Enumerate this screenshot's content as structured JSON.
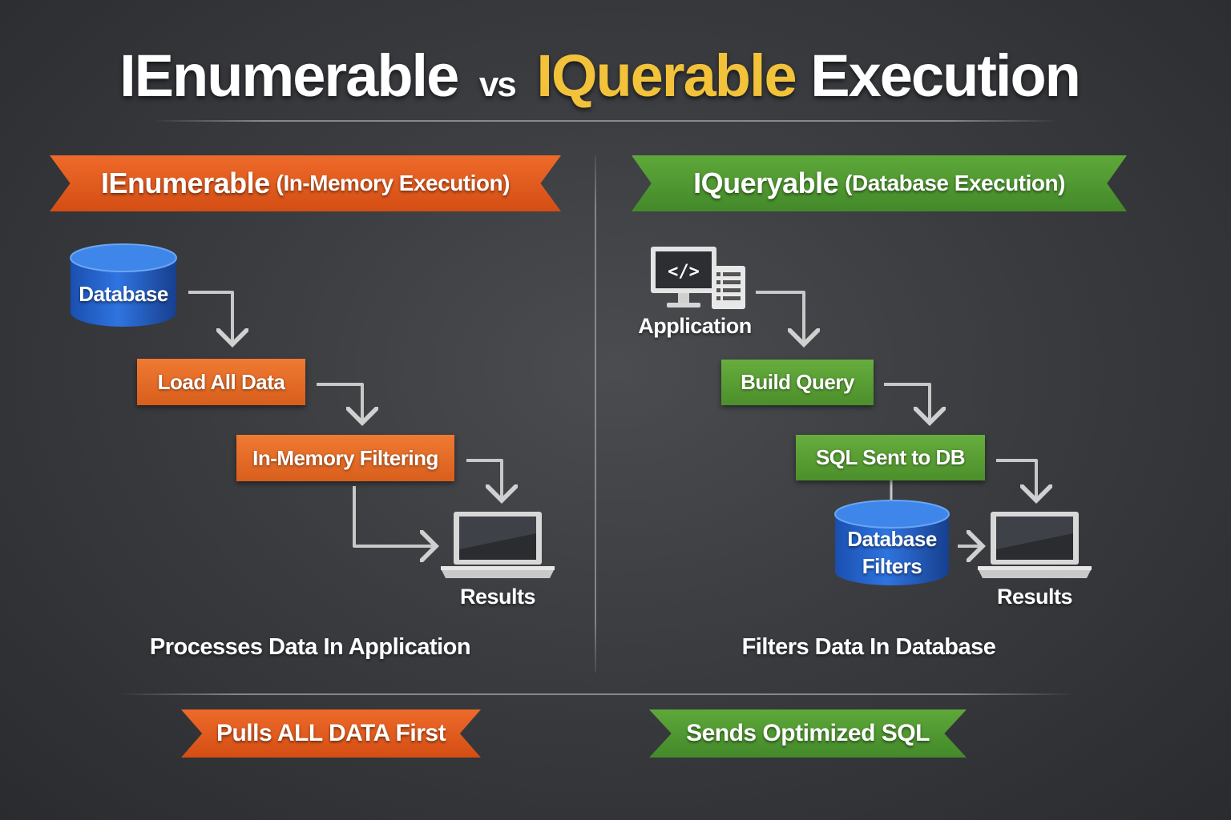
{
  "title": {
    "part1": "IEnumerable",
    "vs": "vs",
    "part2": "IQuerable",
    "part3": "Execution"
  },
  "left": {
    "banner_main": "IEnumerable",
    "banner_sub": "(In-Memory Execution)",
    "database_label": "Database",
    "step1": "Load All Data",
    "step2": "In-Memory Filtering",
    "results_label": "Results",
    "summary": "Processes Data In Application",
    "bottom_banner": "Pulls ALL DATA First",
    "color": "#e05a1e"
  },
  "right": {
    "banner_main": "IQueryable",
    "banner_sub": "(Database Execution)",
    "application_label": "Application",
    "code_glyph": "</>",
    "step1": "Build Query",
    "step2": "SQL Sent to DB",
    "database_line1": "Database",
    "database_line2": "Filters",
    "results_label": "Results",
    "summary": "Filters Data In Database",
    "bottom_banner": "Sends Optimized SQL",
    "color": "#4f962e"
  },
  "colors": {
    "title_highlight": "#f2c23a",
    "database_blue": "#1f5fc4"
  },
  "icons": [
    "database-icon",
    "laptop-icon",
    "monitor-code-icon",
    "document-icon",
    "arrow-icon"
  ]
}
